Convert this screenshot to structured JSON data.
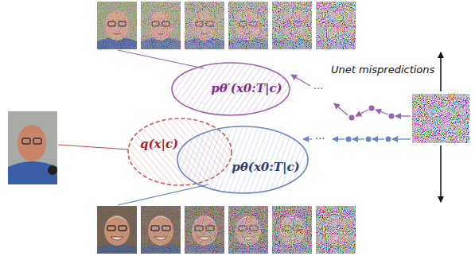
{
  "diagram": {
    "nodes": [
      {
        "text": [
          "pθ′(x0:T|c)"
        ]
      },
      {
        "text": [
          "q(x|c)"
        ]
      },
      {
        "text": [
          "pθ(x0:T|c)"
        ]
      }
    ],
    "labels": [
      "Unet mispredictions",
      "...",
      "..."
    ]
  }
}
